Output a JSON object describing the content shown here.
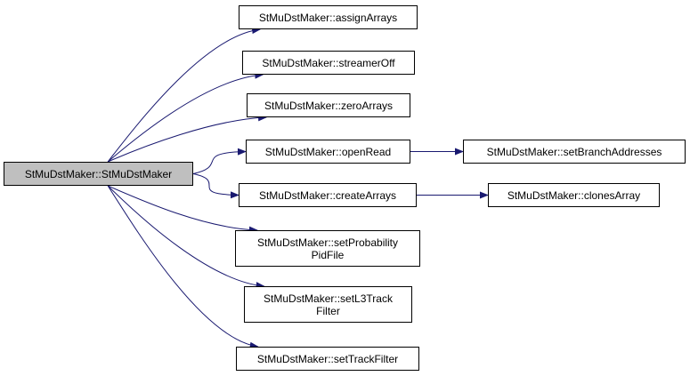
{
  "graph": {
    "root": "StMuDstMaker::StMuDstMaker",
    "nodes": [
      {
        "id": "root",
        "label": "StMuDstMaker::StMuDstMaker"
      },
      {
        "id": "assignArrays",
        "label": "StMuDstMaker::assignArrays"
      },
      {
        "id": "streamerOff",
        "label": "StMuDstMaker::streamerOff"
      },
      {
        "id": "zeroArrays",
        "label": "StMuDstMaker::zeroArrays"
      },
      {
        "id": "openRead",
        "label": "StMuDstMaker::openRead"
      },
      {
        "id": "setBranchAddresses",
        "label": "StMuDstMaker::setBranchAddresses"
      },
      {
        "id": "createArrays",
        "label": "StMuDstMaker::createArrays"
      },
      {
        "id": "clonesArray",
        "label": "StMuDstMaker::clonesArray"
      },
      {
        "id": "setProbabilityPidFile",
        "label": "StMuDstMaker::setProbability\nPidFile"
      },
      {
        "id": "setL3TrackFilter",
        "label": "StMuDstMaker::setL3Track\nFilter"
      },
      {
        "id": "setTrackFilter",
        "label": "StMuDstMaker::setTrackFilter"
      }
    ],
    "edges": [
      {
        "from": "root",
        "to": "assignArrays"
      },
      {
        "from": "root",
        "to": "streamerOff"
      },
      {
        "from": "root",
        "to": "zeroArrays"
      },
      {
        "from": "root",
        "to": "openRead"
      },
      {
        "from": "root",
        "to": "createArrays"
      },
      {
        "from": "root",
        "to": "setProbabilityPidFile"
      },
      {
        "from": "root",
        "to": "setL3TrackFilter"
      },
      {
        "from": "root",
        "to": "setTrackFilter"
      },
      {
        "from": "openRead",
        "to": "setBranchAddresses"
      },
      {
        "from": "createArrays",
        "to": "clonesArray"
      }
    ],
    "colors": {
      "edge": "#191970",
      "root_fill": "#bfbfbf",
      "node_fill": "#ffffff",
      "border": "#000000"
    }
  }
}
